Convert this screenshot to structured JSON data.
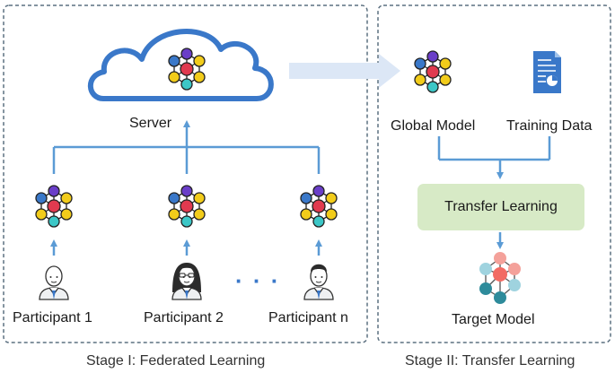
{
  "stage1": {
    "caption": "Stage I: Federated Learning",
    "server_label": "Server",
    "participants": [
      {
        "label": "Participant 1"
      },
      {
        "label": "Participant 2"
      },
      {
        "label": "Participant n"
      }
    ],
    "ellipsis": "· · ·"
  },
  "stage2": {
    "caption": "Stage II: Transfer Learning",
    "global_model_label": "Global Model",
    "training_data_label": "Training Data",
    "transfer_label": "Transfer Learning",
    "target_model_label": "Target Model"
  },
  "colors": {
    "frame": "#5c7080",
    "cloud": "#3a78c9",
    "connector": "#5b9bd5",
    "big_arrow": "#dce7f6",
    "transfer_box": "#d7eac6",
    "node_purple": "#6a3ec8",
    "node_blue": "#3a78c9",
    "node_red": "#e03a4f",
    "node_yellow": "#f2cc1a",
    "node_teal": "#3cc7c7",
    "target_red": "#f26b63",
    "target_teal": "#2e8b9b",
    "target_pink": "#f4a19a",
    "target_lightblue": "#9fd3df"
  }
}
